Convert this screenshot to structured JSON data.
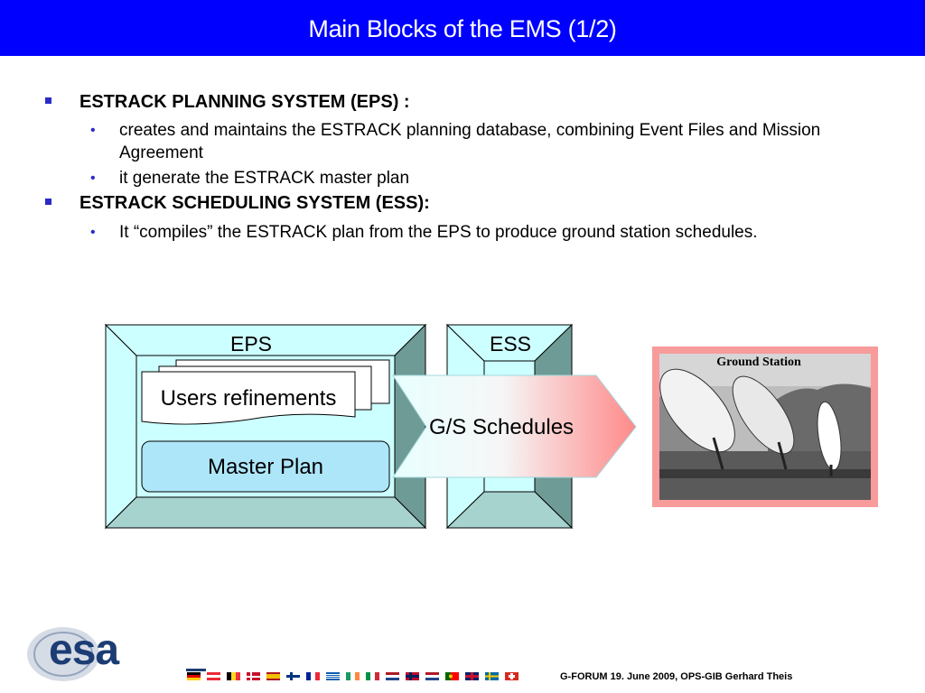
{
  "slide": {
    "title": "Main Blocks of the EMS (1/2)",
    "title_bar_color": "#0000ff"
  },
  "bullets": [
    {
      "text": "ESTRACK PLANNING SYSTEM (EPS) :",
      "sub": [
        "creates and maintains the ESTRACK planning database, combining Event Files and Mission Agreement",
        "it generate the ESTRACK master plan"
      ]
    },
    {
      "text": "ESTRACK SCHEDULING SYSTEM (ESS):",
      "sub": [
        "It  “compiles” the ESTRACK plan from the EPS to produce ground station schedules."
      ]
    }
  ],
  "diagram": {
    "eps_label": "EPS",
    "ess_label": "ESS",
    "users_refinements": "Users refinements",
    "master_plan": "Master Plan",
    "gs_schedules": "G/S Schedules",
    "ground_station_caption": "Ground Station"
  },
  "footer": {
    "logo_text": "esa",
    "note": "G-FORUM  19. June 2009, OPS-GIB Gerhard Theis"
  },
  "colors": {
    "bullet_marker": "#2a2ac8",
    "eps_fill": "#ccffff",
    "master_plan_fill": "#aee6f9",
    "bevel_dark": "#6f9b96",
    "arrow_fill": "#ff8a8a",
    "photo_frame": "#f79b9b",
    "logo": "#1c3d74"
  }
}
